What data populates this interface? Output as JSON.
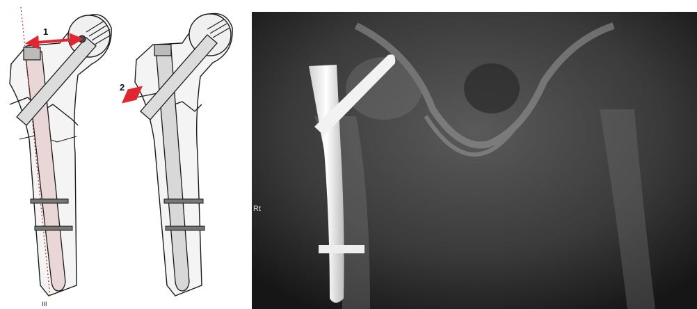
{
  "diagram": {
    "left_figure": {
      "step_label": "1",
      "bottom_mark": "III"
    },
    "right_figure": {
      "step_label": "2"
    },
    "colors": {
      "arrow": "#e0262e",
      "line": "#1a1a1a",
      "bone_fill": "#f4f4f4",
      "nail_fill": "#d8d8d8",
      "axis": "#c0392b"
    }
  },
  "xray": {
    "edge_marker": "Rt",
    "colors": {
      "background": "#2a2a2a",
      "implant": "#f2f2f2",
      "bone": "#8e8e8e"
    }
  }
}
